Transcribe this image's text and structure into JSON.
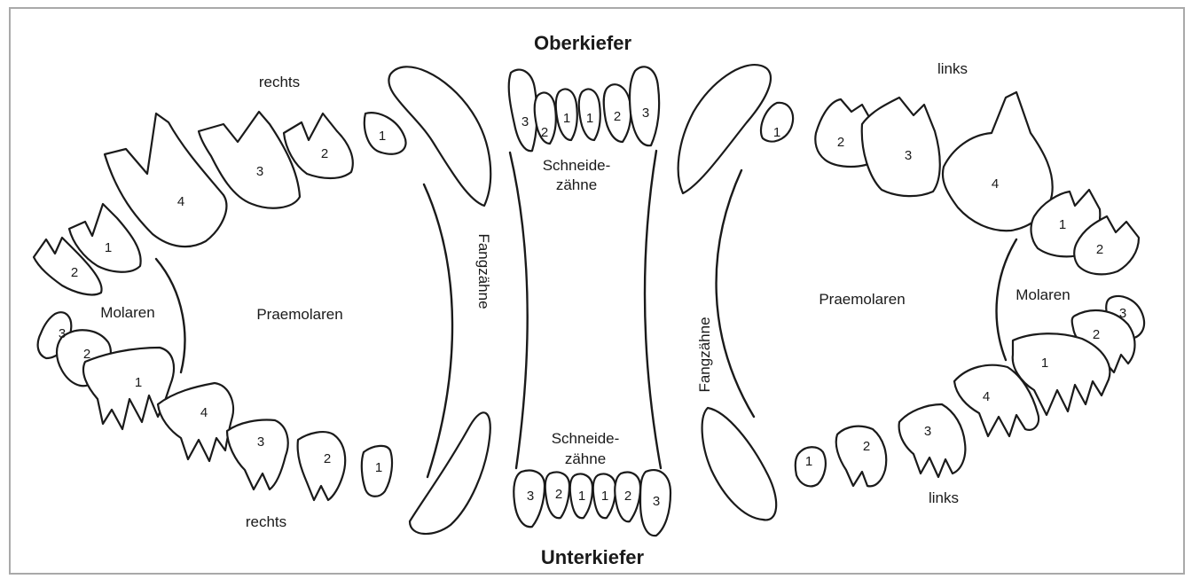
{
  "title_upper": "Oberkiefer",
  "title_lower": "Unterkiefer",
  "sides": {
    "right_upper": "rechts",
    "right_lower": "rechts",
    "left_upper": "links",
    "left_lower": "links"
  },
  "groups": {
    "schneide_upper_1": "Schneide-",
    "schneide_upper_2": "zähne",
    "schneide_lower_1": "Schneide-",
    "schneide_lower_2": "zähne",
    "fang_left": "Fangzähne",
    "fang_right": "Fangzähne",
    "praemolaren_right": "Praemolaren",
    "praemolaren_left": "Praemolaren",
    "molaren_right": "Molaren",
    "molaren_left": "Molaren"
  },
  "tooth_numbers": {
    "upper_incisors": [
      "3",
      "2",
      "1",
      "1",
      "2",
      "3"
    ],
    "lower_incisors": [
      "3",
      "2",
      "1",
      "1",
      "2",
      "3"
    ],
    "right_upper_premolars": [
      "1",
      "2",
      "3",
      "4"
    ],
    "right_upper_molars": [
      "1",
      "2"
    ],
    "right_lower_molars": [
      "3",
      "2",
      "1"
    ],
    "right_lower_premolars": [
      "4",
      "3",
      "2",
      "1"
    ],
    "left_upper_premolars": [
      "1",
      "2",
      "3",
      "4"
    ],
    "left_upper_molars": [
      "1",
      "2"
    ],
    "left_lower_molars": [
      "3",
      "2",
      "1"
    ],
    "left_lower_premolars": [
      "4",
      "3",
      "2",
      "1"
    ]
  }
}
